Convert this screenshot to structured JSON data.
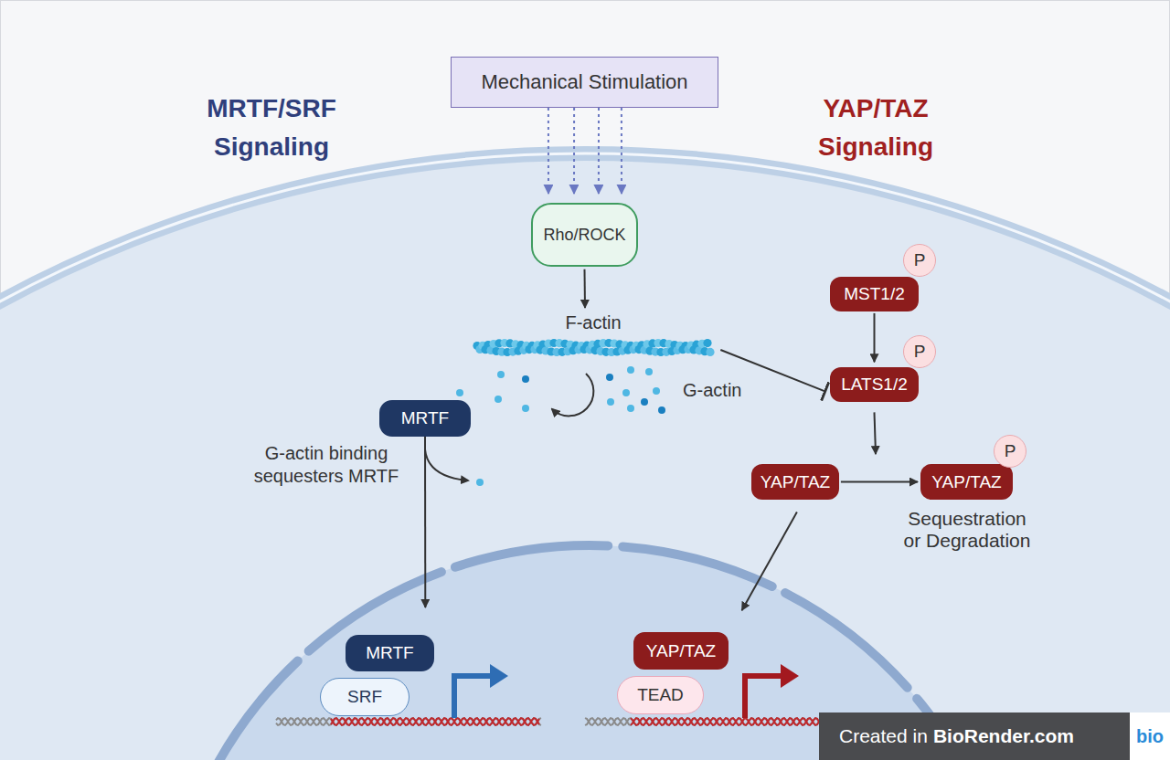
{
  "diagram": {
    "nodes": [
      {
        "text": [
          "Mechanical Stimulation"
        ]
      },
      {
        "text": [
          "Rho/ROCK"
        ]
      },
      {
        "text": [
          "F-actin"
        ]
      },
      {
        "text": [
          "MST1/2"
        ]
      },
      {
        "text": [
          "P"
        ]
      },
      {
        "text": [
          "LATS1/2"
        ]
      },
      {
        "text": [
          "P"
        ]
      },
      {
        "text": [
          "MRTF"
        ]
      },
      {
        "text": [
          "YAP/TAZ"
        ]
      },
      {
        "text": [
          "YAP/TAZ"
        ]
      },
      {
        "text": [
          "P"
        ]
      },
      {
        "text": [
          "MRTF"
        ]
      },
      {
        "text": [
          "SRF"
        ]
      },
      {
        "text": [
          "YAP/TAZ"
        ]
      },
      {
        "text": [
          "TEAD"
        ]
      }
    ],
    "edges": [
      {
        "from": 0,
        "to": 1,
        "arrow": "to"
      },
      {
        "from": 0,
        "to": 1,
        "arrow": "to"
      },
      {
        "from": 0,
        "to": 1,
        "arrow": "to"
      },
      {
        "from": 0,
        "to": 1,
        "arrow": "to"
      },
      {
        "from": 1,
        "to": 2,
        "arrow": "to"
      },
      {
        "from": 2,
        "to": 5,
        "arrow": "to"
      },
      {
        "from": 3,
        "to": 5,
        "arrow": "to"
      },
      {
        "from": 5,
        "to": 9,
        "arrow": "to"
      },
      {
        "from": 8,
        "to": 9,
        "arrow": "to"
      },
      {
        "from": 8,
        "to": 13,
        "arrow": "to"
      },
      {
        "from": 7,
        "to": 11,
        "arrow": "to"
      }
    ],
    "labels": [
      "MRTF/SRF Signaling",
      "YAP/TAZ Signaling",
      "G-actin",
      "G-actin binding sequesters MRTF",
      "Sequestration or Degradation",
      "Created in",
      "BioRender.com",
      "bio"
    ]
  }
}
